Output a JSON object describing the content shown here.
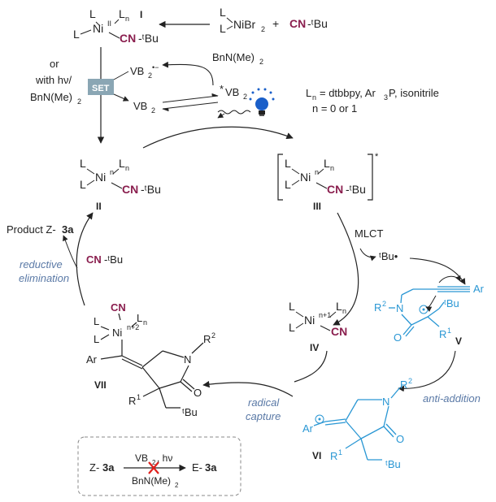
{
  "colors": {
    "black": "#222222",
    "maroon": "#8a1e4e",
    "blue": "#2a97d4",
    "gray_blue": "#5a79a6",
    "set_box": "#8aa6b4",
    "red": "#e0201b",
    "dashed": "#888888"
  },
  "complex_I": {
    "L": "L",
    "Ln": "L",
    "n_sub": "n",
    "metal": "Ni",
    "ox": "II",
    "ligand_cn": "CN",
    "ligand_tbu": "-ᵗBu",
    "label": "I"
  },
  "reagent": {
    "L": "L",
    "formula": "NiBr",
    "sub": "2",
    "plus": "+",
    "cn": "CN",
    "tbu": "-ᵗBu"
  },
  "reductant": {
    "text": "BnN(Me)",
    "sub": "2"
  },
  "radical_anion": {
    "vb": "VB",
    "sub": "2",
    "sup": "•−"
  },
  "set_label": "SET",
  "or_text": "or",
  "with_hv": "with hν/",
  "bnnme2": "BnN(Me)",
  "excited_vb": {
    "star": "*",
    "vb": "VB",
    "sub": "2"
  },
  "vb2": {
    "vb": "VB",
    "sub": "2"
  },
  "legend": {
    "line1": "= dtbbpy, Ar",
    "line1_sub": "3",
    "line1_end": "P, isonitrile",
    "line2": "n = 0 or 1",
    "Ln": "L",
    "n_sub": "n"
  },
  "complex_II": {
    "ox": "n",
    "label": "II"
  },
  "complex_III": {
    "ox": "n",
    "label": "III",
    "star": "*"
  },
  "mlct": "MLCT",
  "tbu_radical": "ᵗBu•",
  "product": {
    "text": "Product Z-",
    "bold": "3a"
  },
  "reductive_elim": [
    "reductive",
    "elimination"
  ],
  "cn_tbu": {
    "cn": "CN",
    "tbu": "-ᵗBu"
  },
  "complex_IV": {
    "ox": "n+1",
    "label": "IV",
    "cn": "CN"
  },
  "complex_VII": {
    "ox": "n+2",
    "label": "VII",
    "cn": "CN",
    "ar": "Ar",
    "r1": "R",
    "r1_sup": "1",
    "r2": "R",
    "r2_sup": "2",
    "n": "N",
    "o": "O",
    "tbu": "ᵗBu"
  },
  "intermediate_V": {
    "label": "V",
    "ar": "Ar",
    "r2": "R",
    "r2_sup": "2",
    "n": "N",
    "o": "O",
    "r1": "R",
    "r1_sup": "1",
    "tbu": "ᵗBu"
  },
  "anti_addition": "anti-addition",
  "intermediate_VI": {
    "label": "VI",
    "ar": "Ar",
    "r1": "R",
    "r1_sup": "1",
    "r2": "R",
    "r2_sup": "2",
    "n": "N",
    "o": "O",
    "tbu": "ᵗBu"
  },
  "radical_capture": [
    "radical",
    "capture"
  ],
  "inset": {
    "left": "Z-",
    "left_bold": "3a",
    "right": "E-",
    "right_bold": "3a",
    "top": "VB",
    "top_sub": "2",
    "top_end": ", hν",
    "bottom": "BnN(Me)",
    "bottom_sub": "2"
  }
}
